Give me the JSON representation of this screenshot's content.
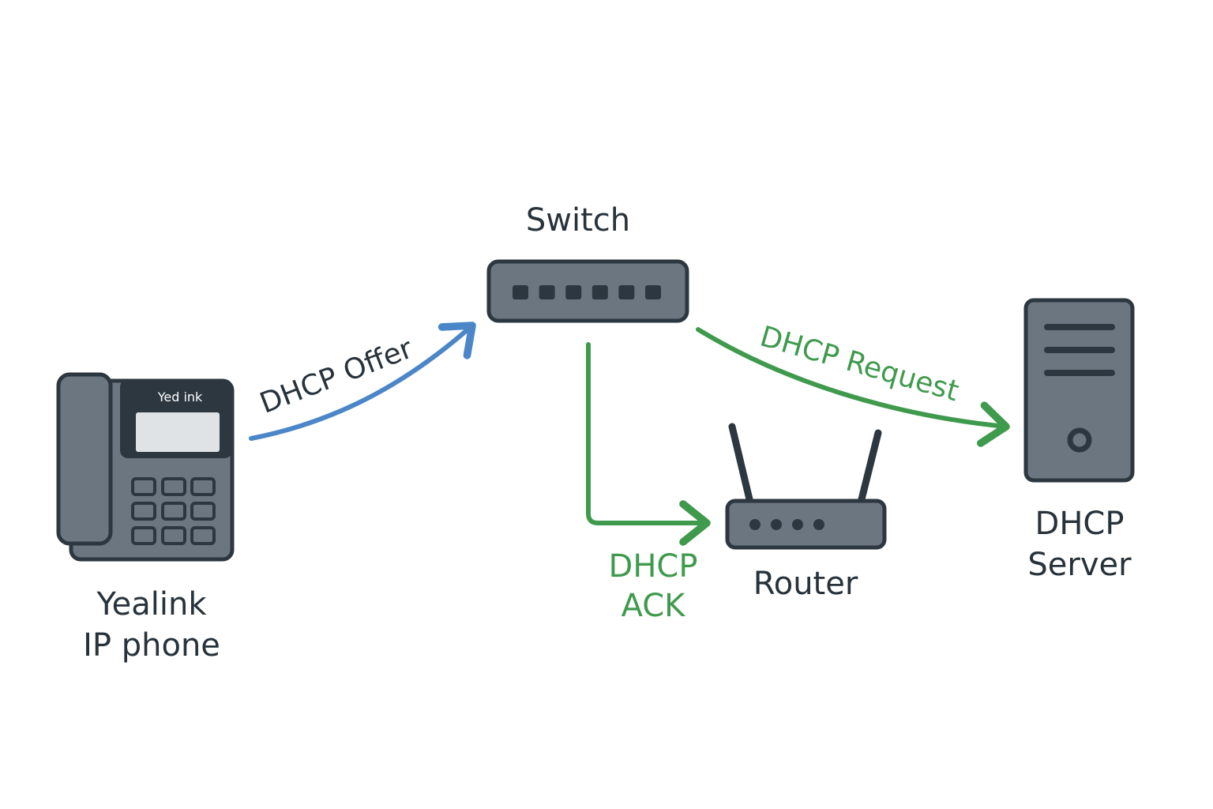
{
  "diagram": {
    "nodes": {
      "switch": {
        "label": "Switch",
        "port_count": 6
      },
      "phone": {
        "label_line1": "Yealink",
        "label_line2": "IP phone",
        "brand_text": "Yed ink"
      },
      "router": {
        "label": "Router",
        "led_count": 4
      },
      "server": {
        "label_line1": "DHCP",
        "label_line2": "Server"
      }
    },
    "edges": {
      "offer": {
        "label": "DHCP Offer",
        "from": "phone",
        "to": "switch",
        "color": "#4a86c8"
      },
      "request": {
        "label": "DHCP Request",
        "from": "switch",
        "to": "server",
        "color": "#3f9a4d"
      },
      "ack": {
        "label_line1": "DHCP",
        "label_line2": "ACK",
        "from": "switch",
        "to": "router",
        "color": "#3f9a4d"
      }
    },
    "colors": {
      "device_fill": "#6b7681",
      "device_outline": "#2d3740",
      "label_text": "#27323b",
      "screen": "#dfe3e6"
    }
  }
}
